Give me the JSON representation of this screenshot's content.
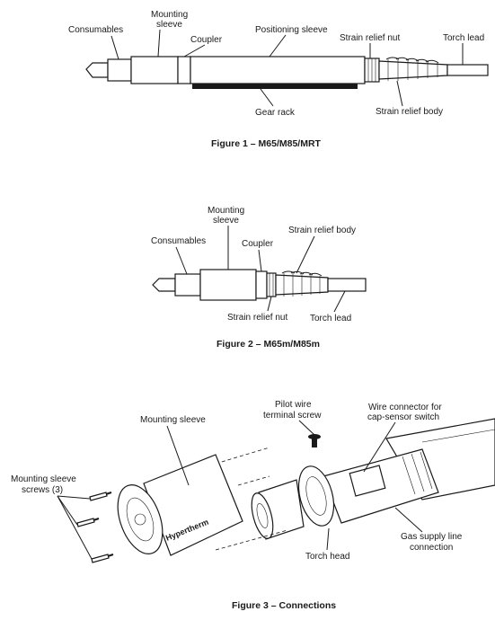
{
  "figure1": {
    "caption": "Figure 1  –  M65/M85/MRT",
    "labels": {
      "consumables": "Consumables",
      "mounting_sleeve_1": "Mounting",
      "mounting_sleeve_2": "sleeve",
      "coupler": "Coupler",
      "positioning_sleeve": "Positioning sleeve",
      "strain_relief_nut": "Strain relief nut",
      "torch_lead": "Torch lead",
      "gear_rack": "Gear rack",
      "strain_relief_body": "Strain relief body"
    }
  },
  "figure2": {
    "caption": "Figure 2  –  M65m/M85m",
    "labels": {
      "mounting_sleeve_1": "Mounting",
      "mounting_sleeve_2": "sleeve",
      "consumables": "Consumables",
      "coupler": "Coupler",
      "strain_relief_body": "Strain relief body",
      "strain_relief_nut": "Strain relief nut",
      "torch_lead": "Torch lead"
    }
  },
  "figure3": {
    "caption": "Figure 3  –  Connections",
    "labels": {
      "pilot_wire_1": "Pilot wire",
      "pilot_wire_2": "terminal screw",
      "wire_connector_1": "Wire connector for",
      "wire_connector_2": "cap-sensor switch",
      "mounting_sleeve": "Mounting sleeve",
      "screws_1": "Mounting sleeve",
      "screws_2": "screws (3)",
      "torch_head": "Torch head",
      "gas_supply_1": "Gas supply line",
      "gas_supply_2": "connection"
    },
    "brand_mark": "Hypertherm"
  }
}
